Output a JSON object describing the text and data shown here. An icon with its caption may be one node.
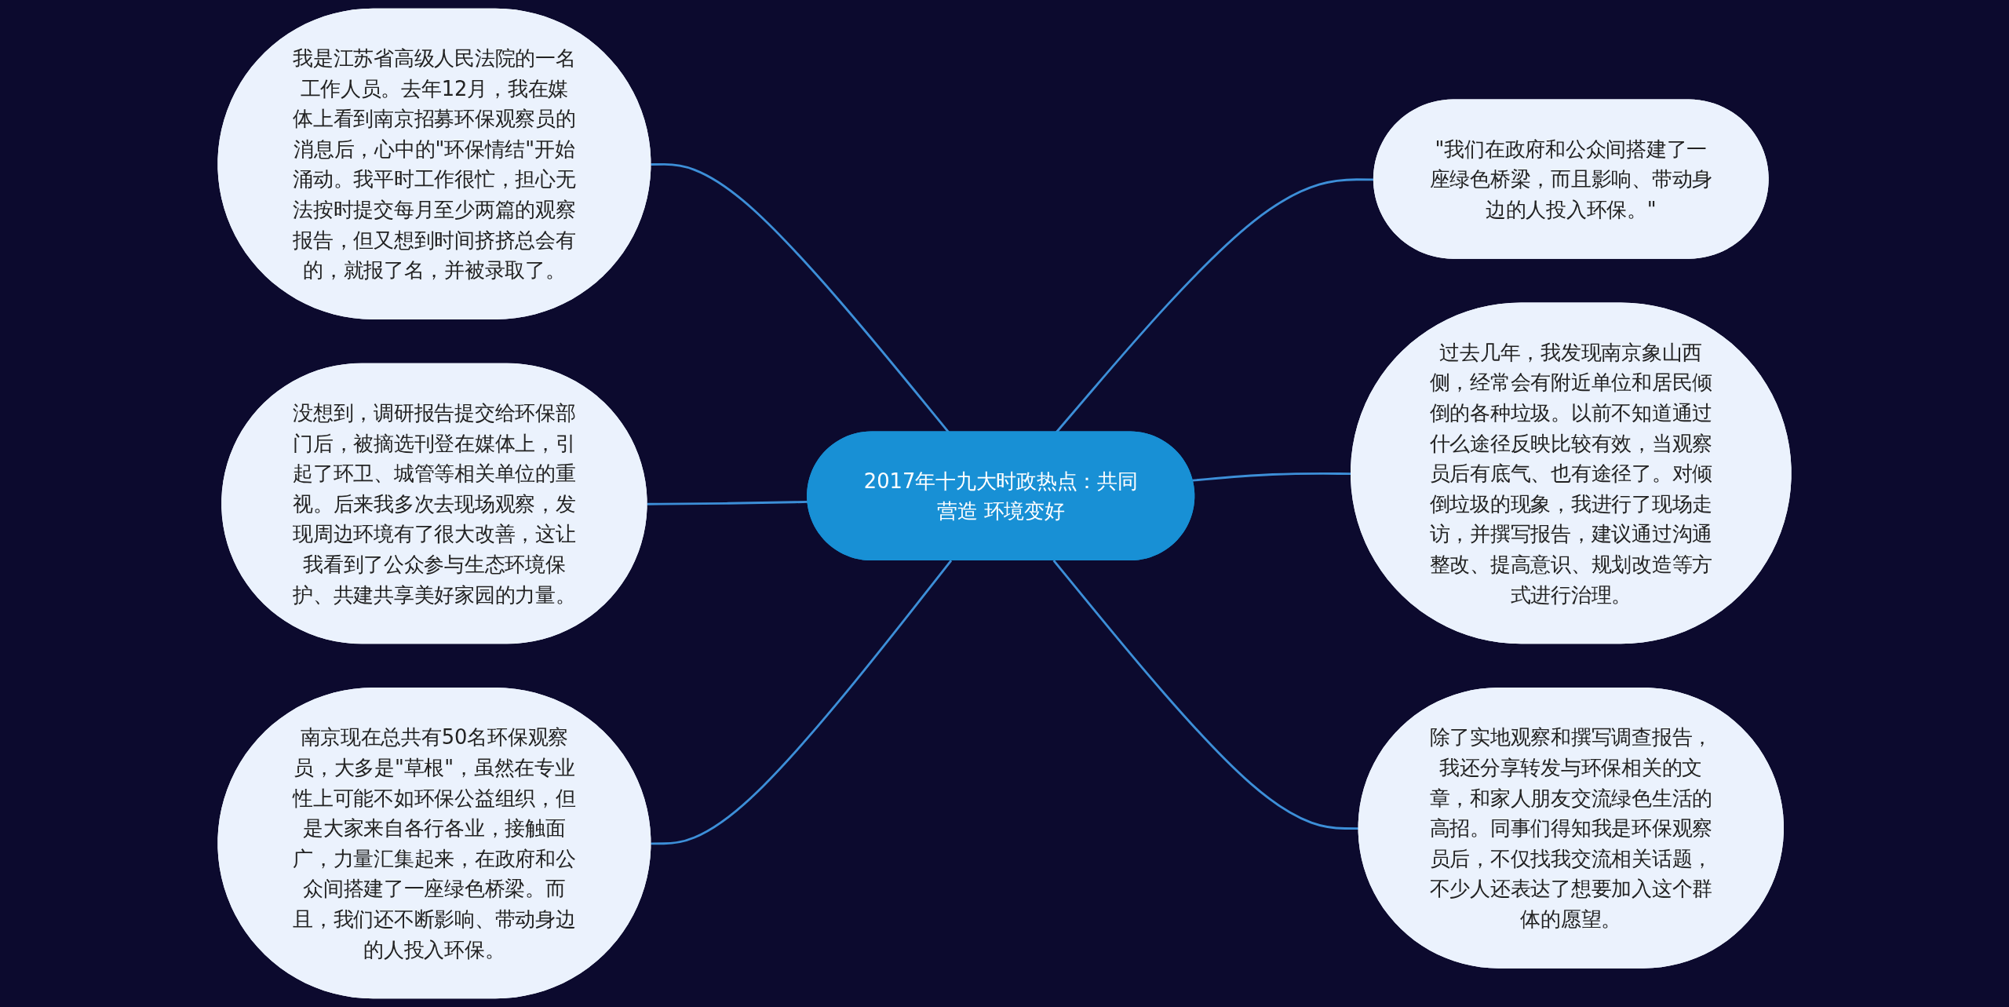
{
  "diagram": {
    "nodes": [
      {
        "text": [
          "2017年十九大时政热点：共同营造 环境变好"
        ]
      },
      {
        "text": [
          "我是江苏省高级人民法院的一名工作人员。去年12月，我在媒体上看到南京招募环保观察员的消息后，心中的\"环保情结\"开始涌动。我平时工作很忙，担心无法按时提交每月至少两篇的观察报告，但又想到时间挤挤总会有的，就报了名，并被录取了。"
        ]
      },
      {
        "text": [
          "没想到，调研报告提交给环保部门后，被摘选刊登在媒体上，引起了环卫、城管等相关单位的重视。后来我多次去现场观察，发现周边环境有了很大改善，这让我看到了公众参与生态环境保护、共建共享美好家园的力量。"
        ]
      },
      {
        "text": [
          "南京现在总共有50名环保观察员，大多是\"草根\"，虽然在专业性上可能不如环保公益组织，但是大家来自各行各业，接触面广，力量汇集起来，在政府和公众间搭建了一座绿色桥梁。而且，我们还不断影响、带动身边的人投入环保。"
        ]
      },
      {
        "text": [
          "\"我们在政府和公众间搭建了一座绿色桥梁，而且影响、带动身边的人投入环保。\""
        ]
      },
      {
        "text": [
          "过去几年，我发现南京象山西侧，经常会有附近单位和居民倾倒的各种垃圾。以前不知道通过什么途径反映比较有效，当观察员后有底气、也有途径了。对倾倒垃圾的现象，我进行了现场走访，并撰写报告，建议通过沟通整改、提高意识、规划改造等方式进行治理。"
        ]
      },
      {
        "text": [
          "除了实地观察和撰写调查报告，我还分享转发与环保相关的文章，和家人朋友交流绿色生活的高招。同事们得知我是环保观察员后，不仅找我交流相关话题，不少人还表达了想要加入这个群体的愿望。"
        ]
      }
    ],
    "edges": [
      {
        "from": 1,
        "to": 0,
        "arrow": "none"
      },
      {
        "from": 2,
        "to": 0,
        "arrow": "none"
      },
      {
        "from": 3,
        "to": 0,
        "arrow": "none"
      },
      {
        "from": 0,
        "to": 4,
        "arrow": "none"
      },
      {
        "from": 0,
        "to": 5,
        "arrow": "none"
      },
      {
        "from": 0,
        "to": 6,
        "arrow": "none"
      }
    ]
  }
}
